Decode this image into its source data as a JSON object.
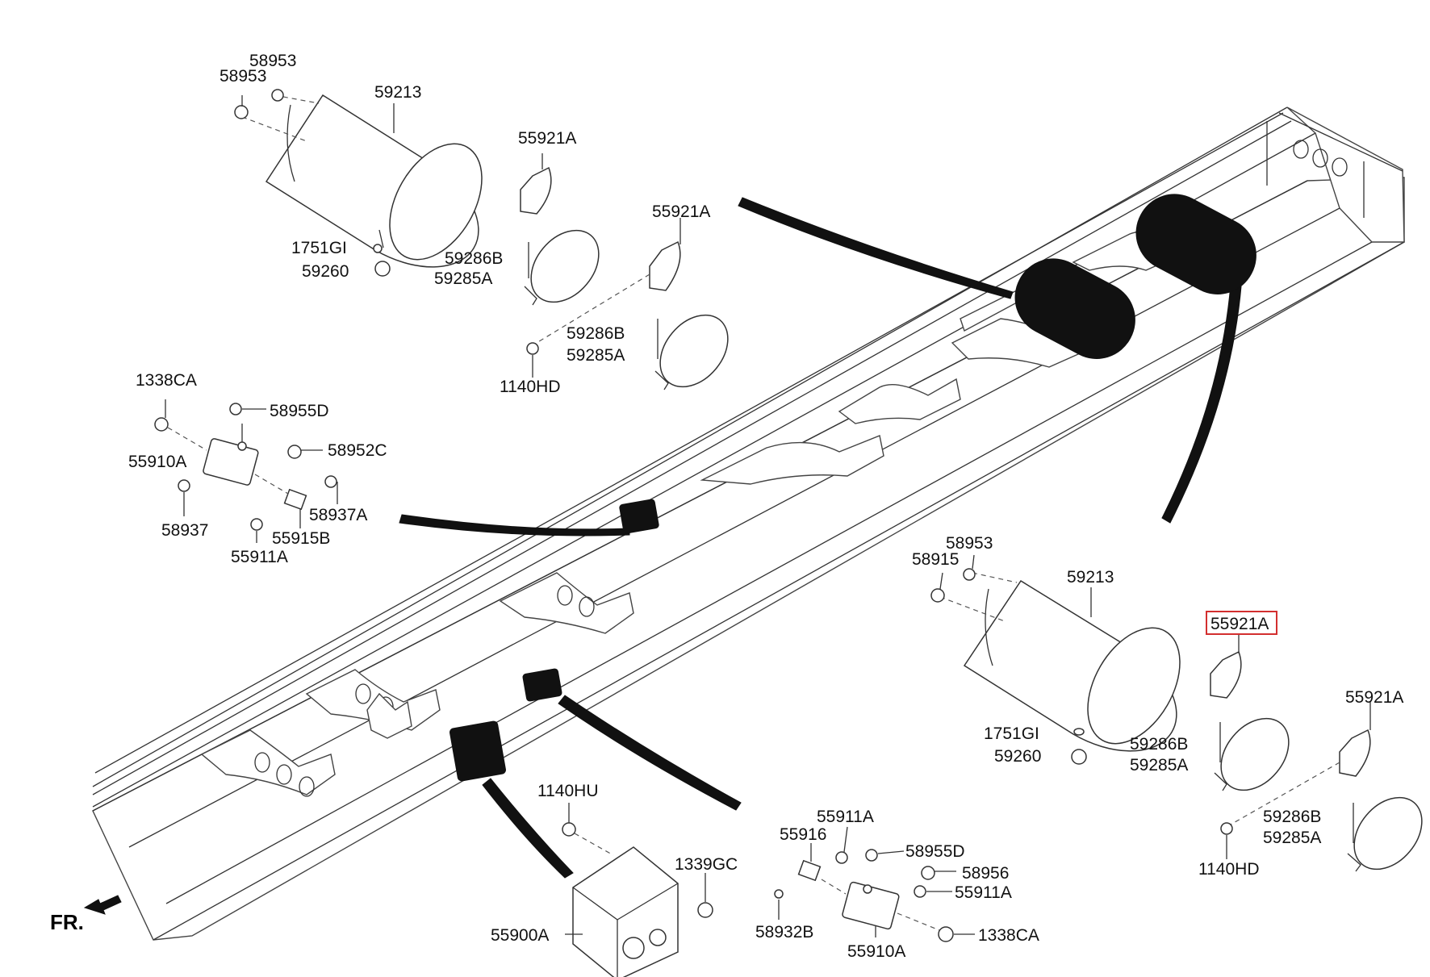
{
  "diagram": {
    "fr_label": "FR.",
    "labels": {
      "l_58953_a": "58953",
      "l_58953_b": "58953",
      "l_59213_a": "59213",
      "l_55921A_a": "55921A",
      "l_55921A_b": "55921A",
      "l_1751GI_a": "1751GI",
      "l_59286B_a": "59286B",
      "l_59260_a": "59260",
      "l_59285A_a": "59285A",
      "l_59286B_b": "59286B",
      "l_59285A_b": "59285A",
      "l_1140HD_a": "1140HD",
      "l_1338CA_a": "1338CA",
      "l_58955D_a": "58955D",
      "l_58952C": "58952C",
      "l_55910A_a": "55910A",
      "l_58937A": "58937A",
      "l_58937": "58937",
      "l_55915B": "55915B",
      "l_55911A_a": "55911A",
      "l_58953_c": "58953",
      "l_58915": "58915",
      "l_59213_b": "59213",
      "l_55921A_c": "55921A",
      "l_55921A_d": "55921A",
      "l_1751GI_b": "1751GI",
      "l_59286B_c": "59286B",
      "l_59260_b": "59260",
      "l_59285A_c": "59285A",
      "l_59286B_d": "59286B",
      "l_59285A_d": "59285A",
      "l_1140HD_b": "1140HD",
      "l_1140HU": "1140HU",
      "l_1339GC": "1339GC",
      "l_55900A": "55900A",
      "l_55911A_b": "55911A",
      "l_55916": "55916",
      "l_58955D_b": "58955D",
      "l_58956": "58956",
      "l_55911A_c": "55911A",
      "l_58932B": "58932B",
      "l_1338CA_b": "1338CA",
      "l_55910A_b": "55910A"
    },
    "highlighted_part": "55921A",
    "highlight_color": "#d32f2f"
  }
}
